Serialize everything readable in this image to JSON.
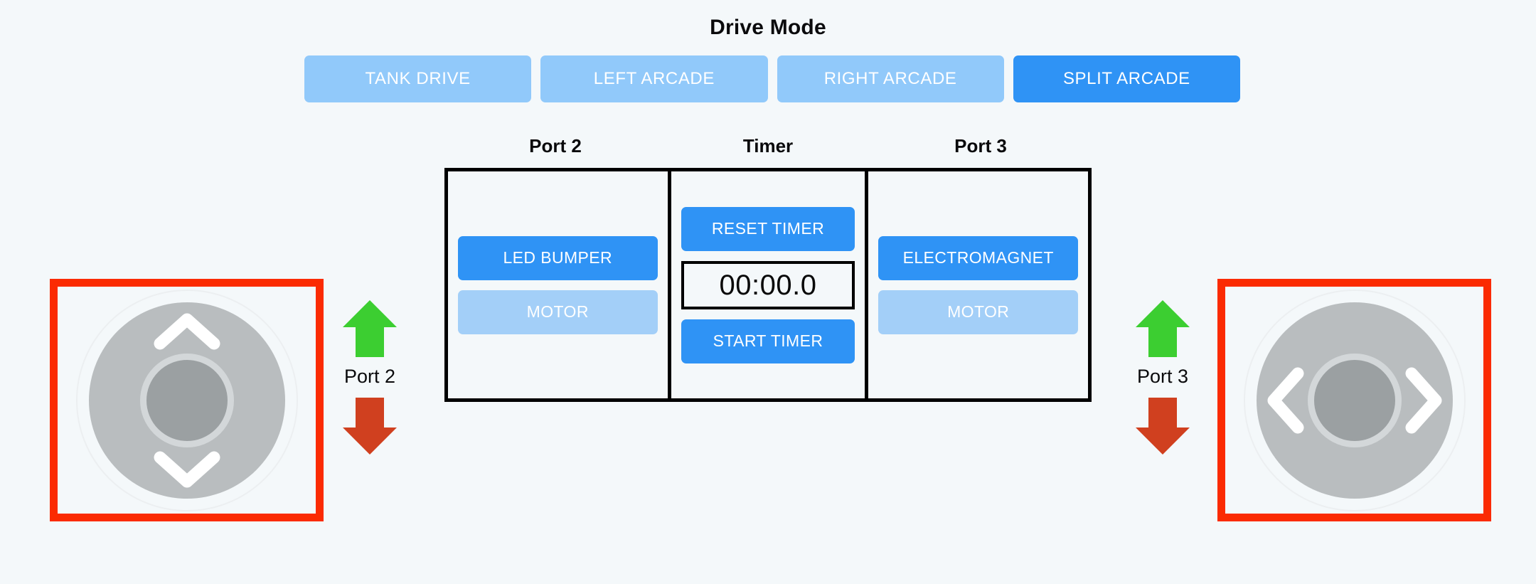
{
  "theme": {
    "background": "#f4f8fa",
    "accent_blue": "#2f93f5",
    "inactive_blue": "#91c9fa",
    "panel_border": "#000000",
    "joystick_border_red": "#fb2b02",
    "arrow_up_green": "#3cce31",
    "arrow_down_red": "#d0401f",
    "joystick_ring": "#b9bdbf",
    "joystick_knob": "#9ba0a2"
  },
  "drive_mode": {
    "title": "Drive Mode",
    "options": [
      {
        "label": "TANK DRIVE",
        "active": false
      },
      {
        "label": "LEFT ARCADE",
        "active": false
      },
      {
        "label": "RIGHT ARCADE",
        "active": false
      },
      {
        "label": "SPLIT ARCADE",
        "active": true
      }
    ]
  },
  "panel": {
    "captions": [
      "Port 2",
      "Timer",
      "Port 3"
    ],
    "port2": {
      "caption": "Port 2",
      "buttons": [
        {
          "label": "LED BUMPER",
          "active": true
        },
        {
          "label": "MOTOR",
          "active": false
        }
      ]
    },
    "timer": {
      "caption": "Timer",
      "reset_label": "RESET TIMER",
      "display": "00:00.0",
      "start_label": "START TIMER"
    },
    "port3": {
      "caption": "Port 3",
      "buttons": [
        {
          "label": "ELECTROMAGNET",
          "active": true
        },
        {
          "label": "MOTOR",
          "active": false
        }
      ]
    }
  },
  "port_indicators": [
    {
      "label": "Port 2",
      "up_icon": "arrow-up-icon",
      "down_icon": "arrow-down-icon"
    },
    {
      "label": "Port 3",
      "up_icon": "arrow-up-icon",
      "down_icon": "arrow-down-icon"
    }
  ],
  "joysticks": {
    "left": {
      "axis": "vertical",
      "chevrons": [
        "chevron-up-icon",
        "chevron-down-icon"
      ]
    },
    "right": {
      "axis": "horizontal",
      "chevrons": [
        "chevron-left-icon",
        "chevron-right-icon"
      ]
    }
  }
}
